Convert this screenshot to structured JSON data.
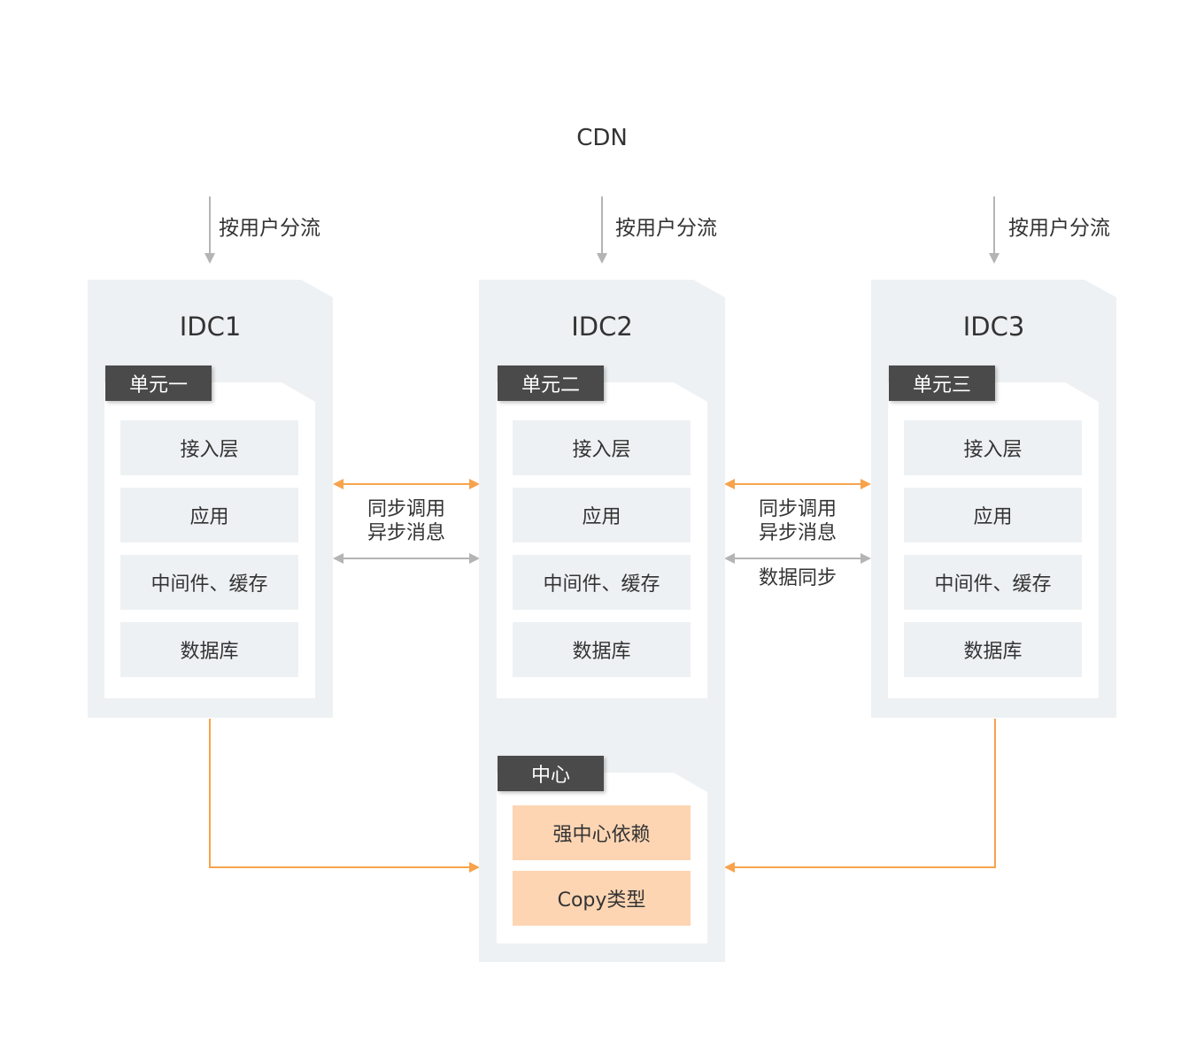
{
  "cdn": {
    "label": "CDN"
  },
  "split_label": "按用户分流",
  "idcs": [
    {
      "title": "IDC1",
      "unit": "单元一",
      "layers": [
        "接入层",
        "应用",
        "中间件、缓存",
        "数据库"
      ]
    },
    {
      "title": "IDC2",
      "unit": "单元二",
      "layers": [
        "接入层",
        "应用",
        "中间件、缓存",
        "数据库"
      ]
    },
    {
      "title": "IDC3",
      "unit": "单元三",
      "layers": [
        "接入层",
        "应用",
        "中间件、缓存",
        "数据库"
      ]
    }
  ],
  "center": {
    "tag": "中心",
    "items": [
      "强中心依赖",
      "Copy类型"
    ]
  },
  "links": {
    "left": {
      "line1": "同步调用",
      "line2": "异步消息"
    },
    "right": {
      "line1": "同步调用",
      "line2": "异步消息",
      "line3": "数据同步"
    }
  },
  "colors": {
    "orange": "#f7a34d",
    "gray_arrow": "#b4b4b4",
    "tag_bg": "#4a4a4a",
    "panel_bg": "#eef1f3",
    "center_item_bg": "#fdd5b3"
  }
}
